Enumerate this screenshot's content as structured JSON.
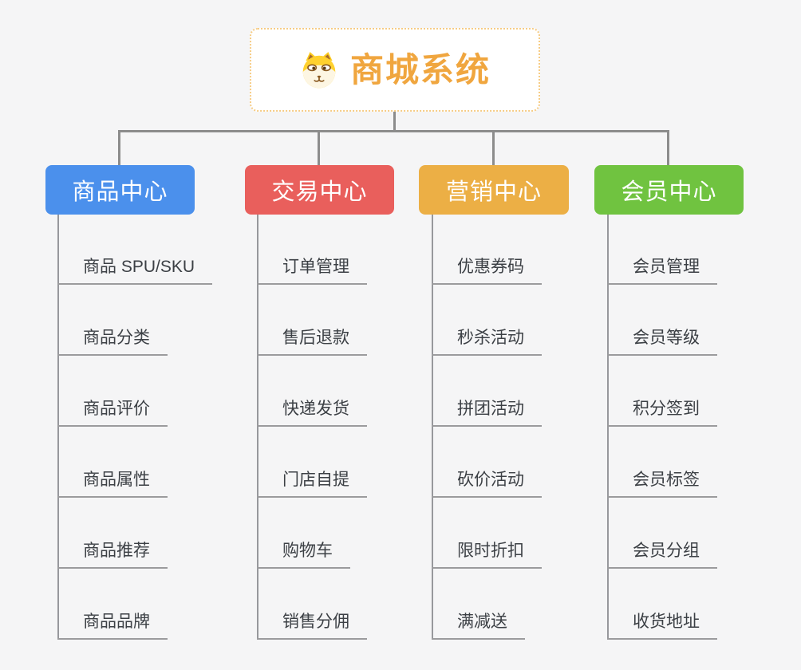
{
  "root": {
    "title": "商城系统",
    "icon": "shiba-dog-face-icon"
  },
  "branches": [
    {
      "label": "商品中心",
      "color": "#4b90ec",
      "children": [
        "商品 SPU/SKU",
        "商品分类",
        "商品评价",
        "商品属性",
        "商品推荐",
        "商品品牌"
      ]
    },
    {
      "label": "交易中心",
      "color": "#e95f5c",
      "children": [
        "订单管理",
        "售后退款",
        "快递发货",
        "门店自提",
        "购物车",
        "销售分佣"
      ]
    },
    {
      "label": "营销中心",
      "color": "#ecaf45",
      "children": [
        "优惠券码",
        "秒杀活动",
        "拼团活动",
        "砍价活动",
        "限时折扣",
        "满减送"
      ]
    },
    {
      "label": "会员中心",
      "color": "#70c340",
      "children": [
        "会员管理",
        "会员等级",
        "积分签到",
        "会员标签",
        "会员分组",
        "收货地址"
      ]
    }
  ],
  "colors": {
    "root_accent": "#f0a63f",
    "root_border": "#f6cc85",
    "connector": "#8c8c8c",
    "underline": "#9b9b9d",
    "leaf_text": "#3c4045",
    "background": "#f5f5f6"
  }
}
